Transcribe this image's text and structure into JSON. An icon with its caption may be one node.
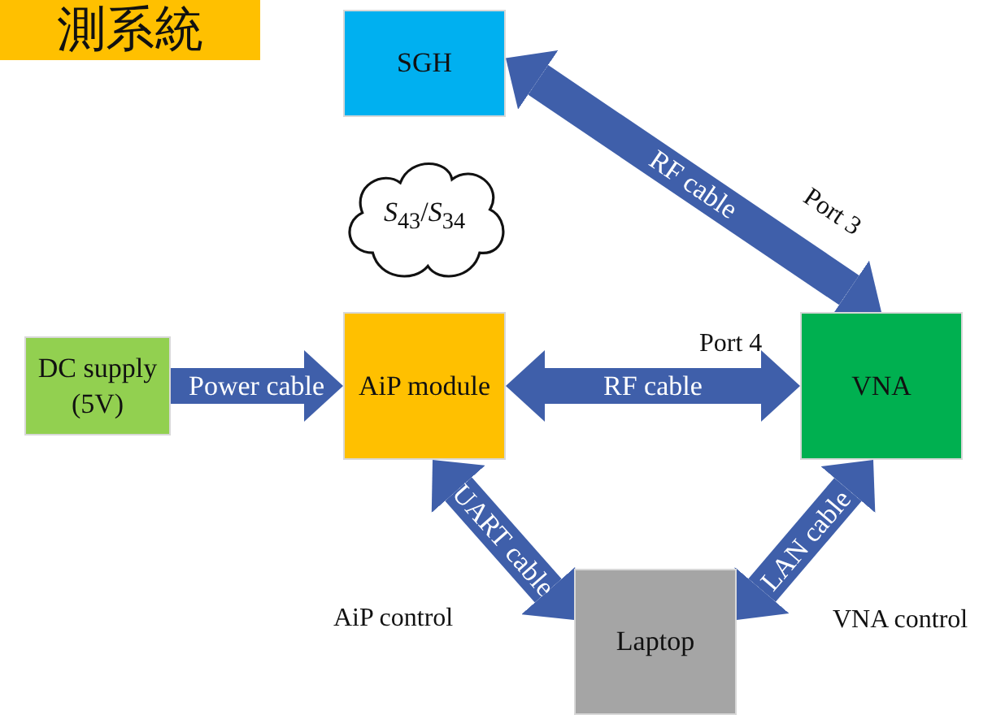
{
  "diagram": {
    "title": "測系統",
    "nodes": [
      {
        "text": [
          "SGH"
        ]
      },
      {
        "text": [
          "*S*$_{43}$/*S*$_{34}$"
        ]
      },
      {
        "text": [
          "DC supply (5V)"
        ]
      },
      {
        "text": [
          "AiP module"
        ]
      },
      {
        "text": [
          "VNA"
        ]
      },
      {
        "text": [
          "Laptop"
        ]
      }
    ],
    "edges": [
      {
        "from": 0,
        "to": 4,
        "arrow": "both",
        "label": "RF cable"
      },
      {
        "from": 2,
        "to": 3,
        "arrow": "to",
        "label": "Power cable"
      },
      {
        "from": 3,
        "to": 4,
        "arrow": "both",
        "label": "RF cable"
      },
      {
        "from": 3,
        "to": 5,
        "arrow": "both",
        "label": "UART cable"
      },
      {
        "from": 5,
        "to": 4,
        "arrow": "both",
        "label": "LAN cable"
      }
    ],
    "labels": [
      "Port 3",
      "Port 4",
      "AiP control",
      "VNA control"
    ]
  }
}
